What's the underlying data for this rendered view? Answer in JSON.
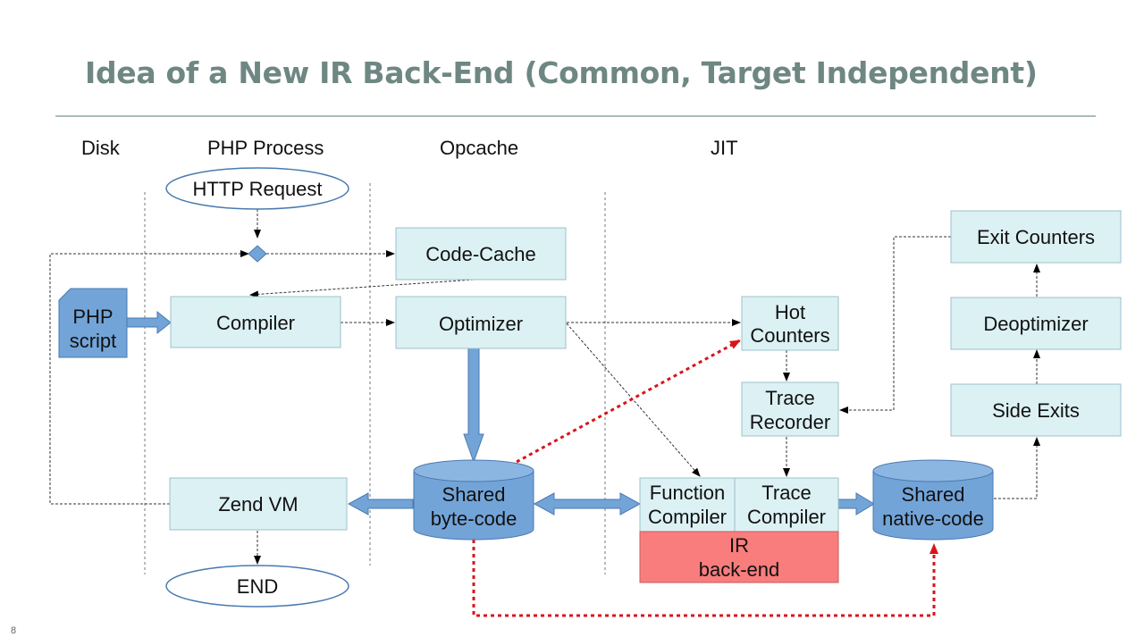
{
  "slide": {
    "title": "Idea of a New IR Back-End (Common, Target Independent)",
    "number": "8"
  },
  "columns": {
    "disk": "Disk",
    "php_process": "PHP Process",
    "opcache": "Opcache",
    "jit": "JIT"
  },
  "nodes": {
    "http_request": "HTTP Request",
    "code_cache": "Code-Cache",
    "php_script_1": "PHP",
    "php_script_2": "script",
    "compiler": "Compiler",
    "optimizer": "Optimizer",
    "hot_counters_1": "Hot",
    "hot_counters_2": "Counters",
    "trace_recorder_1": "Trace",
    "trace_recorder_2": "Recorder",
    "exit_counters": "Exit Counters",
    "deoptimizer": "Deoptimizer",
    "side_exits": "Side Exits",
    "zend_vm": "Zend VM",
    "end": "END",
    "shared_bytecode_1": "Shared",
    "shared_bytecode_2": "byte-code",
    "function_compiler_1": "Function",
    "function_compiler_2": "Compiler",
    "trace_compiler_1": "Trace",
    "trace_compiler_2": "Compiler",
    "ir_backend_1": "IR",
    "ir_backend_2": "back-end",
    "shared_native_1": "Shared",
    "shared_native_2": "native-code"
  },
  "colors": {
    "box_fill": "#dcf1f4",
    "box_stroke": "#9cc0cc",
    "blue": "#73a4d8",
    "blue_stroke": "#4a7ab0",
    "ir_fill": "#f97d7d",
    "red_dotted": "#d9141b",
    "title": "#6e8783"
  }
}
